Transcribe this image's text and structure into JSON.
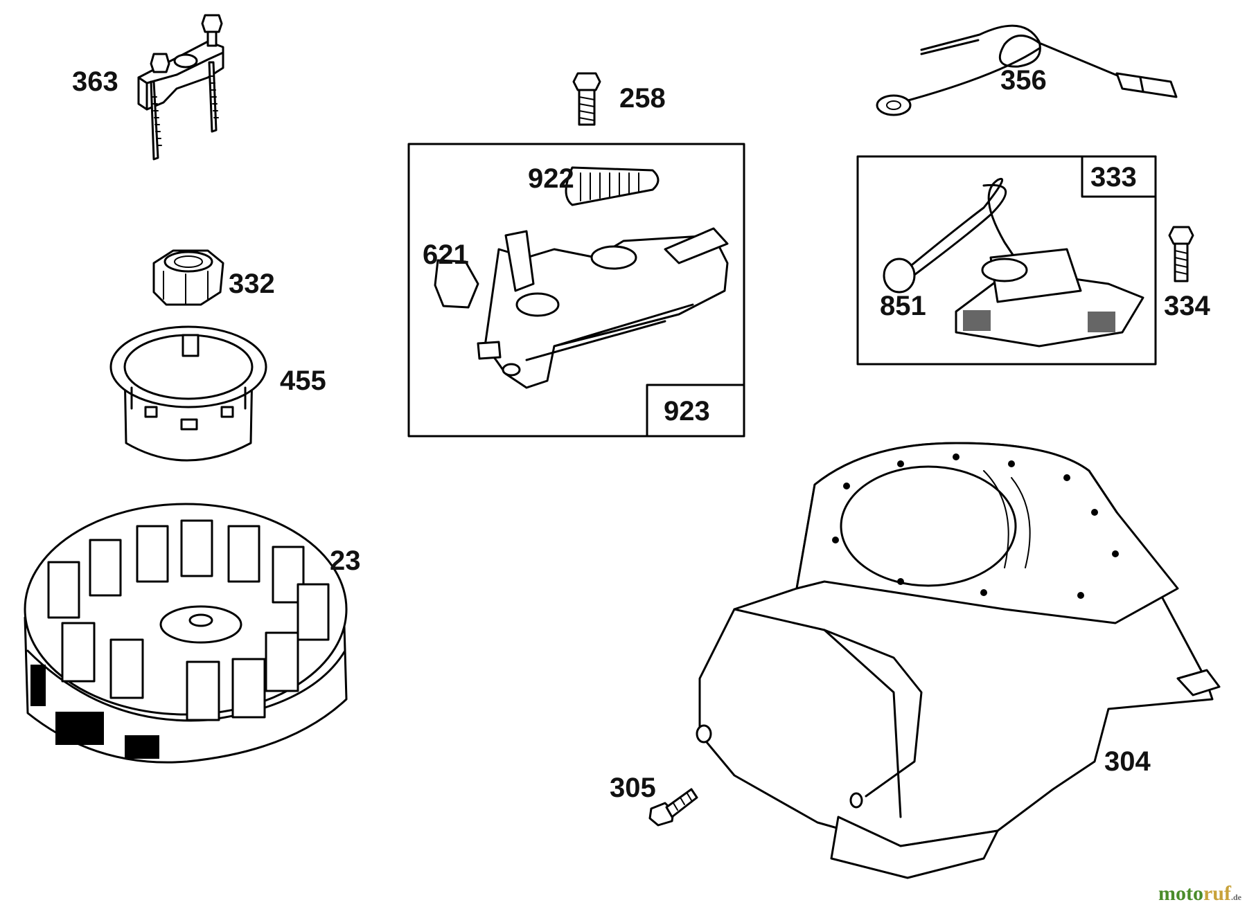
{
  "diagram": {
    "parts": [
      {
        "id": "363",
        "label": "363"
      },
      {
        "id": "332",
        "label": "332"
      },
      {
        "id": "455",
        "label": "455"
      },
      {
        "id": "23",
        "label": "23"
      },
      {
        "id": "258",
        "label": "258"
      },
      {
        "id": "922",
        "label": "922"
      },
      {
        "id": "621",
        "label": "621"
      },
      {
        "id": "923",
        "label": "923"
      },
      {
        "id": "356",
        "label": "356"
      },
      {
        "id": "333",
        "label": "333"
      },
      {
        "id": "851",
        "label": "851"
      },
      {
        "id": "334",
        "label": "334"
      },
      {
        "id": "305",
        "label": "305"
      },
      {
        "id": "304",
        "label": "304"
      }
    ]
  },
  "watermark": {
    "part1": "moto",
    "part2": "ruf",
    "part3": ".de"
  }
}
